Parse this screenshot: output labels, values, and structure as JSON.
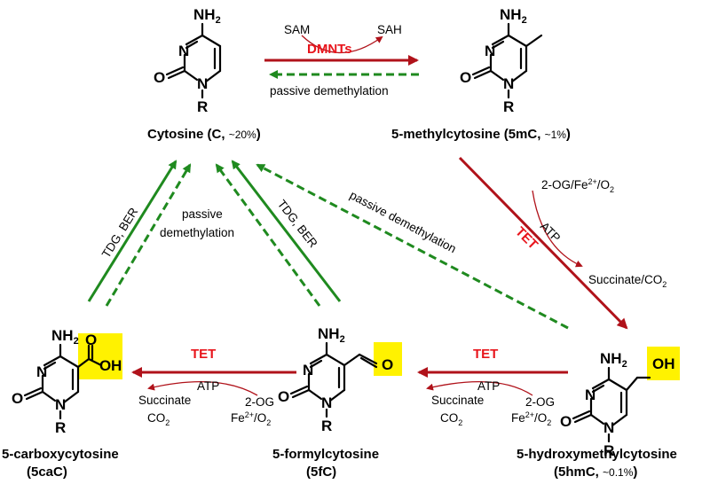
{
  "molecules": {
    "cytosine": {
      "name": "Cytosine (C, ",
      "pct": "~20%",
      "close": ")"
    },
    "mc": {
      "name": "5-methylcytosine (5mC, ",
      "pct": "~1%",
      "close": ")"
    },
    "hmc": {
      "name1": "5-hydroxymethylcytosine",
      "name2": "(5hmC, ",
      "pct": "~0.1%",
      "close": ")"
    },
    "fc": {
      "name1": "5-formylcytosine",
      "name2": "(5fC)"
    },
    "cac": {
      "name1": "5-carboxycytosine",
      "name2": "(5caC)"
    }
  },
  "atoms": {
    "N": "N",
    "O": "O",
    "R": "R",
    "NH": "NH",
    "two": "2",
    "OH": "OH",
    "H": "H"
  },
  "reactions": {
    "sam": "SAM",
    "sah": "SAH",
    "dnmts": "DMNTs",
    "passive_demethylation": "passive demethylation",
    "tet": "TET",
    "atp": "ATP",
    "tet_cofactor_left": "2-OG/Fe",
    "tet_cofactor_sup": "2+",
    "tet_cofactor_right": "/O",
    "o2_sub": "2",
    "succinate_co2": "Succinate/CO",
    "tdg_ber": "TDG, BER",
    "passive": "passive",
    "demethylation": "demethylation",
    "succinate": "Succinate",
    "co2": "CO",
    "two_og": "2-OG",
    "fe": "Fe",
    "fe_o2_tail": "/O"
  },
  "colors": {
    "green": "#1f8a1f",
    "red": "#b0121a",
    "label_red": "#e8141b",
    "highlight": "#fff200"
  }
}
